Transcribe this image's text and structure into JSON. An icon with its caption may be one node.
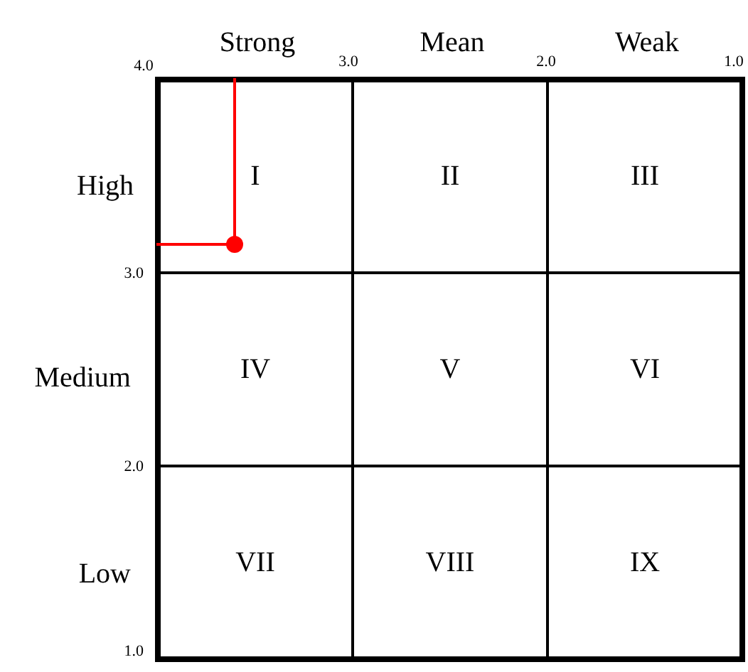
{
  "diagram": {
    "nodes": [
      {
        "text": [
          "I"
        ]
      },
      {
        "text": [
          "II"
        ]
      },
      {
        "text": [
          "III"
        ]
      },
      {
        "text": [
          "IV"
        ]
      },
      {
        "text": [
          "V"
        ]
      },
      {
        "text": [
          "VI"
        ]
      },
      {
        "text": [
          "VII"
        ]
      },
      {
        "text": [
          "VIII"
        ]
      },
      {
        "text": [
          "IX"
        ]
      }
    ],
    "labels": [
      "Strong",
      "Mean",
      "Weak",
      "4.0",
      "3.0",
      "2.0",
      "1.0",
      "High",
      "3.0",
      "Medium",
      "2.0",
      "Low",
      "1.0"
    ]
  }
}
